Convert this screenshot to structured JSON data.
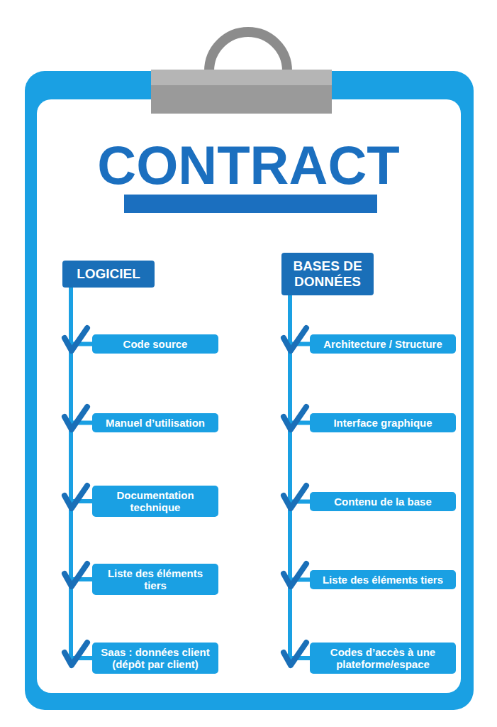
{
  "diagram": {
    "title": "CONTRACT",
    "nodes": [
      {
        "text": [
          "LOGICIEL"
        ]
      },
      {
        "text": [
          "Code source"
        ]
      },
      {
        "text": [
          "Manuel d’utilisation"
        ]
      },
      {
        "text": [
          "Documentation technique"
        ]
      },
      {
        "text": [
          "Liste des éléments tiers"
        ]
      },
      {
        "text": [
          "Saas : données client (dépôt par client)"
        ]
      },
      {
        "text": [
          "BASES DE DONNÉES"
        ]
      },
      {
        "text": [
          "Architecture / Structure"
        ]
      },
      {
        "text": [
          "Interface graphique"
        ]
      },
      {
        "text": [
          "Contenu de la base"
        ]
      },
      {
        "text": [
          "Liste des éléments tiers"
        ]
      },
      {
        "text": [
          "Codes d’accès à une plateforme/espace"
        ]
      }
    ],
    "edges": [
      {
        "from": 0,
        "to": 1,
        "arrow": "none"
      },
      {
        "from": 0,
        "to": 2,
        "arrow": "none"
      },
      {
        "from": 0,
        "to": 3,
        "arrow": "none"
      },
      {
        "from": 0,
        "to": 4,
        "arrow": "none"
      },
      {
        "from": 0,
        "to": 5,
        "arrow": "none"
      },
      {
        "from": 6,
        "to": 7,
        "arrow": "none"
      },
      {
        "from": 6,
        "to": 8,
        "arrow": "none"
      },
      {
        "from": 6,
        "to": 9,
        "arrow": "none"
      },
      {
        "from": 6,
        "to": 10,
        "arrow": "none"
      },
      {
        "from": 6,
        "to": 11,
        "arrow": "none"
      }
    ]
  }
}
